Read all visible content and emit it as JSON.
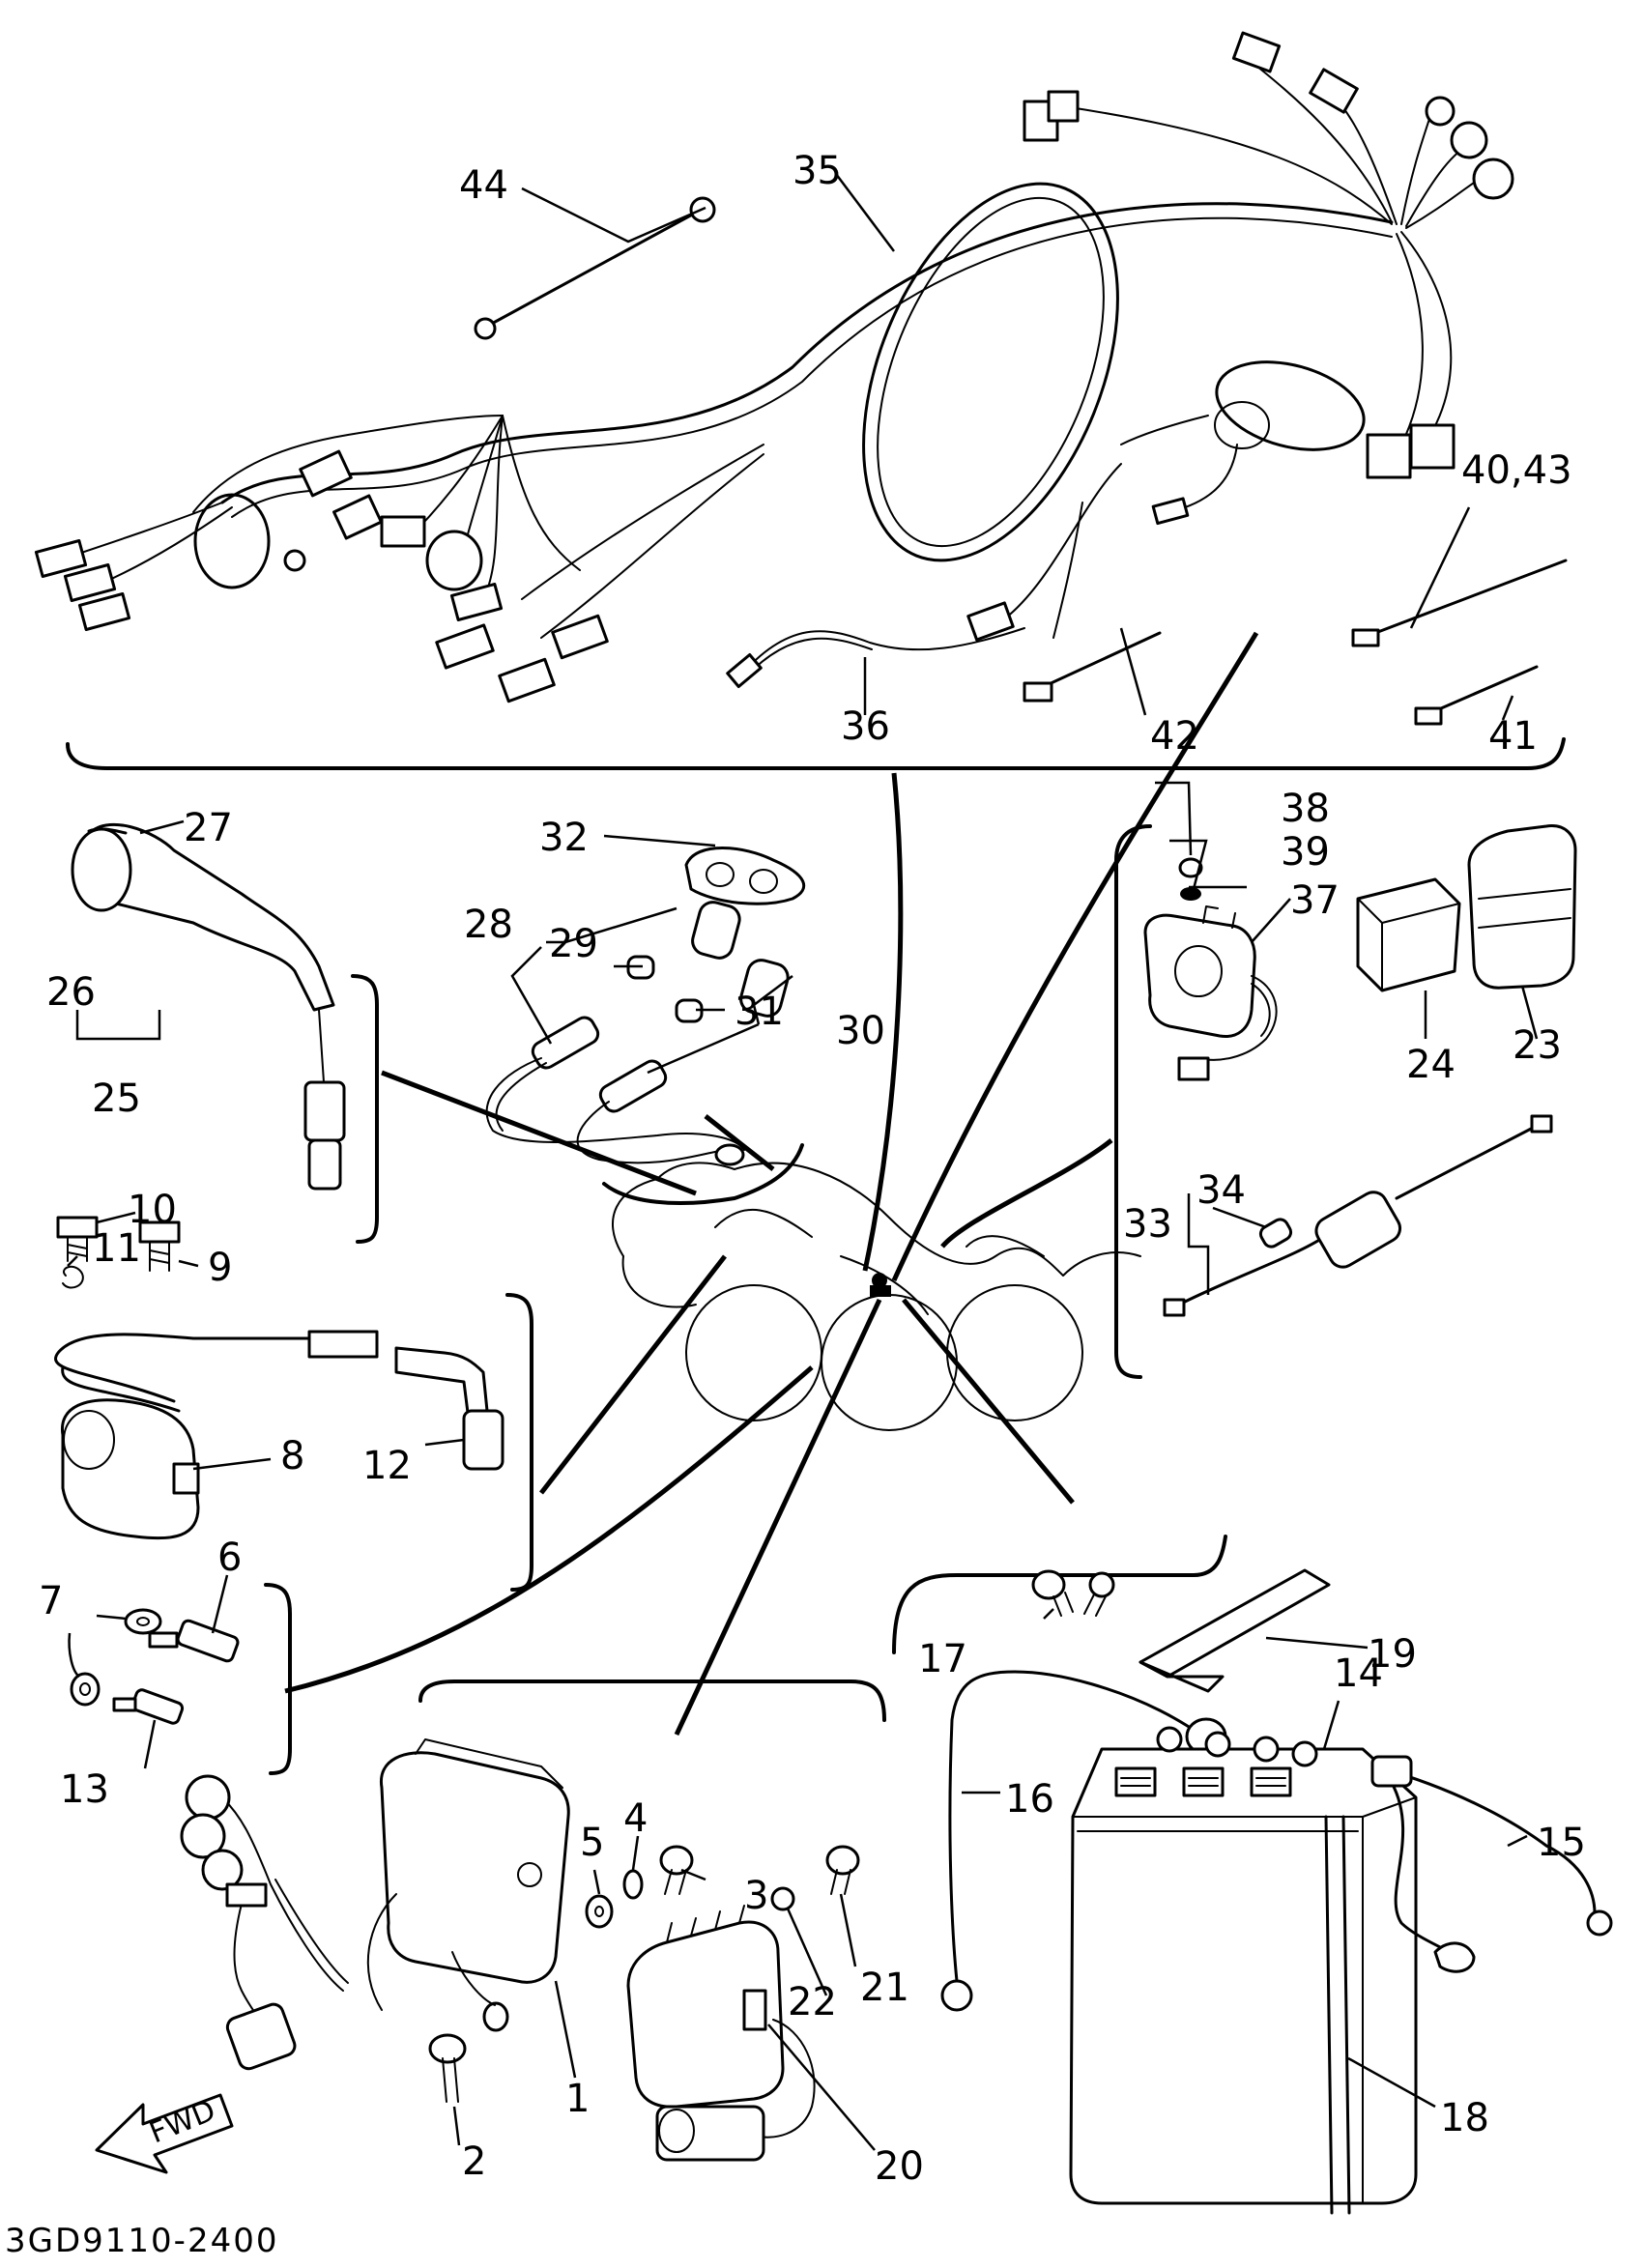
{
  "diagram": {
    "part_code": "3GD9110-2400",
    "direction_label": "FWD"
  },
  "callouts": [
    "1",
    "2",
    "3",
    "4",
    "5",
    "6",
    "7",
    "8",
    "9",
    "10",
    "11",
    "12",
    "13",
    "14",
    "15",
    "16",
    "17",
    "18",
    "19",
    "20",
    "21",
    "22",
    "23",
    "24",
    "25",
    "26",
    "27",
    "28",
    "29",
    "30",
    "31",
    "32",
    "33",
    "34",
    "35",
    "36",
    "37",
    "38",
    "39",
    "40,43",
    "41",
    "42",
    "44"
  ]
}
